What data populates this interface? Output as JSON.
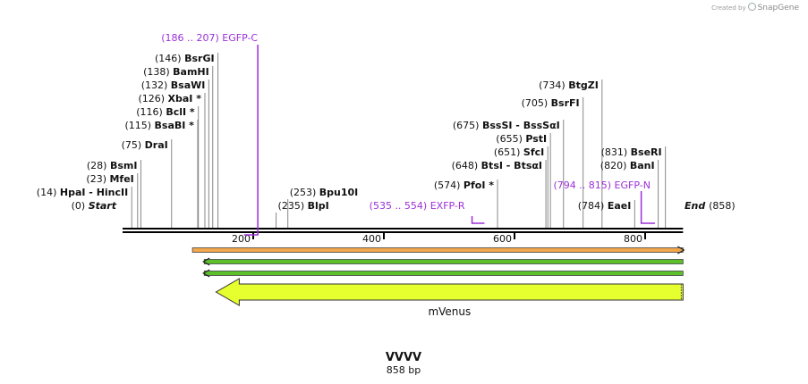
{
  "credit": {
    "prefix": "Created by",
    "brand": "SnapGene"
  },
  "sequence": {
    "name": "VVVV",
    "length_label": "858 bp",
    "length": 858
  },
  "ends": {
    "start_label": "Start",
    "start_pos": "(0)",
    "end_label": "End",
    "end_pos": "(858)"
  },
  "ruler": {
    "ticks": [
      "200",
      "400",
      "600",
      "800"
    ],
    "tick_values": [
      200,
      400,
      600,
      800
    ]
  },
  "sites": [
    {
      "pos": "(0)",
      "name": "Start",
      "bp": 0,
      "italic": true
    },
    {
      "pos": "(14)",
      "name": "HpaI  -  HincII",
      "bp": 14
    },
    {
      "pos": "(23)",
      "name": "MfeI",
      "bp": 23
    },
    {
      "pos": "(28)",
      "name": "BsmI",
      "bp": 28
    },
    {
      "pos": "(75)",
      "name": "DraI",
      "bp": 75
    },
    {
      "pos": "(115)",
      "name": "BsaBI *",
      "bp": 115
    },
    {
      "pos": "(116)",
      "name": "BclI *",
      "bp": 116
    },
    {
      "pos": "(126)",
      "name": "XbaI *",
      "bp": 126
    },
    {
      "pos": "(132)",
      "name": "BsaWI",
      "bp": 132
    },
    {
      "pos": "(138)",
      "name": "BamHI",
      "bp": 138
    },
    {
      "pos": "(146)",
      "name": "BsrGI",
      "bp": 146
    },
    {
      "pos": "(235)",
      "name": "BlpI",
      "bp": 235
    },
    {
      "pos": "(253)",
      "name": "Bpu10I",
      "bp": 253
    },
    {
      "pos": "(574)",
      "name": "PfoI *",
      "bp": 574
    },
    {
      "pos": "(648)",
      "name": "BtsI  -  BtsαI",
      "bp": 648
    },
    {
      "pos": "(651)",
      "name": "SfcI",
      "bp": 651
    },
    {
      "pos": "(655)",
      "name": "PstI",
      "bp": 655
    },
    {
      "pos": "(675)",
      "name": "BssSI  -  BssSαI",
      "bp": 675
    },
    {
      "pos": "(705)",
      "name": "BsrFI",
      "bp": 705
    },
    {
      "pos": "(734)",
      "name": "BtgZI",
      "bp": 734
    },
    {
      "pos": "(784)",
      "name": "EaeI",
      "bp": 784
    },
    {
      "pos": "(820)",
      "name": "BanI",
      "bp": 820
    },
    {
      "pos": "(831)",
      "name": "BseRI",
      "bp": 831
    },
    {
      "pos": "(858)",
      "name": "End",
      "bp": 858,
      "italic": true
    }
  ],
  "primers": [
    {
      "range": "(186 .. 207)",
      "name": "EGFP-C",
      "start": 186,
      "end": 207,
      "direction": "forward"
    },
    {
      "range": "(535 .. 554)",
      "name": "EXFP-R",
      "start": 535,
      "end": 554,
      "direction": "reverse"
    },
    {
      "range": "(794 .. 815)",
      "name": "EGFP-N",
      "start": 794,
      "end": 815,
      "direction": "forward"
    }
  ],
  "features": [
    {
      "name": "mVenus",
      "start": 143,
      "end": 858,
      "direction": "reverse",
      "color": "#e6ff2e"
    }
  ],
  "orfs": [
    {
      "start": 107,
      "end": 858,
      "direction": "forward",
      "color": "#f3a64a"
    },
    {
      "start": 125,
      "end": 858,
      "direction": "reverse",
      "color": "#5cc02a"
    },
    {
      "start": 125,
      "end": 858,
      "direction": "reverse",
      "color": "#5cc02a"
    }
  ],
  "colors": {
    "primer": "#9b30d9",
    "site_line": "#888888",
    "backbone": "#000000",
    "text": "#111111"
  }
}
